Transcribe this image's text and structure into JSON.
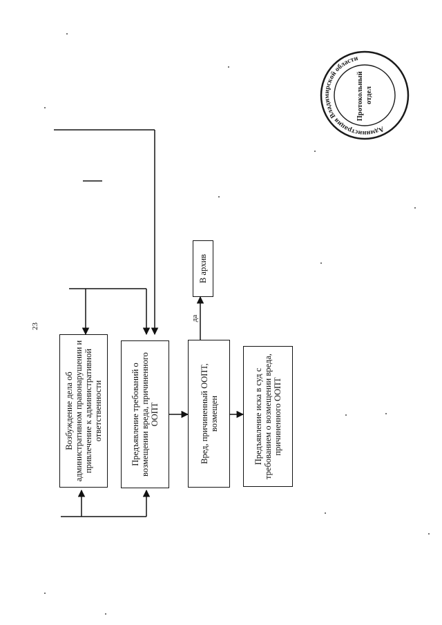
{
  "page_number": "23",
  "boxes": {
    "initiation": "Возбуждение дела об административном правонарушении и привлечение к административной ответственности",
    "damage_claim": "Предъявление требований о возмещении вреда, причиненного ООПТ",
    "damage_compensated": "Вред, причиненный ООПТ, возмещен",
    "lawsuit": "Предъявление иска в суд с требованием о возмещении вреда, причиненного ООПТ",
    "archive": "В архив"
  },
  "labels": {
    "yes": "да"
  },
  "stamp": {
    "ring_text": "Администрация Владимирской области",
    "center_line1": "Протокольный",
    "center_line2": "отдел",
    "color": "#1a1a1a"
  }
}
